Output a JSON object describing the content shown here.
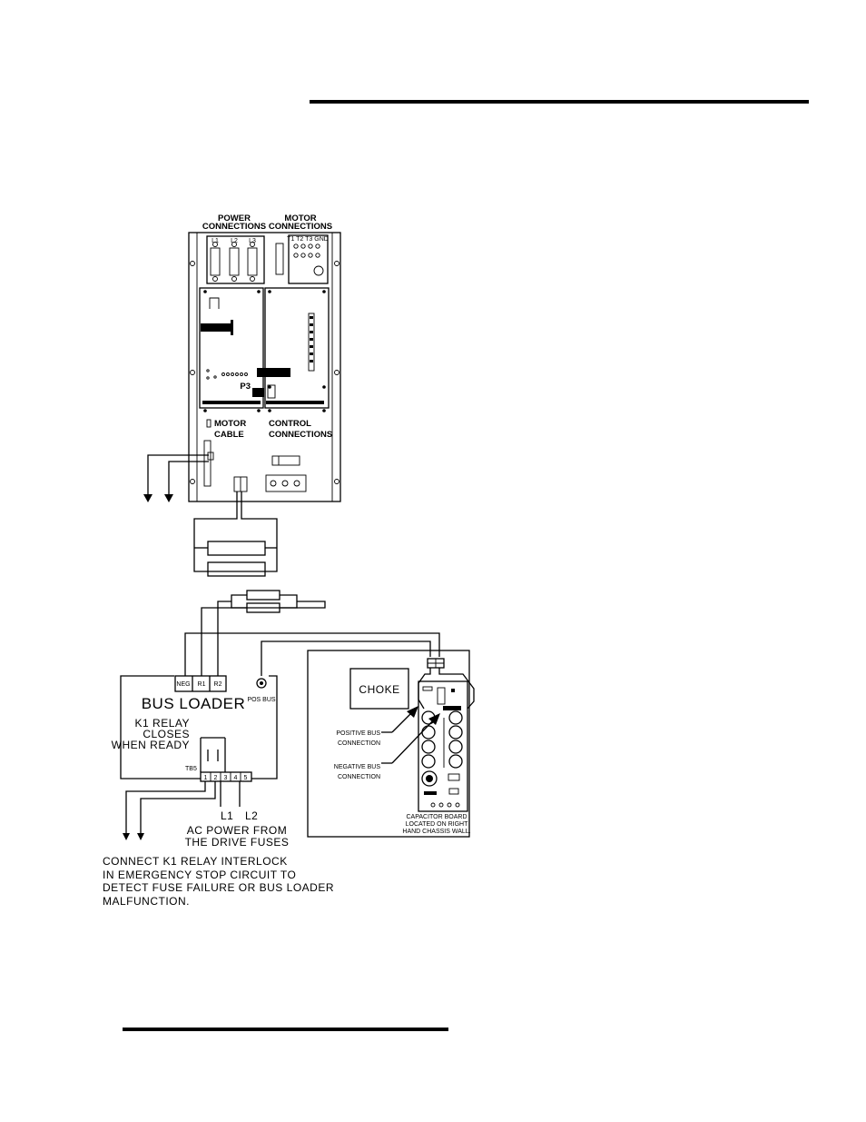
{
  "drive_top": {
    "power_connections": [
      "POWER",
      "CONNECTIONS"
    ],
    "motor_connections": [
      "MOTOR",
      "CONNECTIONS"
    ],
    "terminals_power": [
      "L1",
      "L2",
      "L3"
    ],
    "terminals_motor": "T1 T2 T3 GND",
    "p3": "P3",
    "motor_cable": [
      "MOTOR",
      "CABLE"
    ],
    "control_connections": [
      "CONTROL",
      "CONNECTIONS"
    ]
  },
  "bus_loader": {
    "terminals": [
      "NEG",
      "R1",
      "R2"
    ],
    "pos_bus": "POS BUS",
    "title": "BUS LOADER",
    "k1_note": [
      "K1  RELAY",
      "CLOSES",
      "WHEN READY"
    ],
    "tb5": "TB5",
    "tb5_pins": [
      "1",
      "2",
      "3",
      "4",
      "5"
    ],
    "l1": "L1",
    "l2": "L2",
    "ac_power": [
      "AC POWER FROM",
      "THE DRIVE FUSES"
    ]
  },
  "chassis": {
    "choke": "CHOKE",
    "positive_bus": [
      "POSITIVE BUS",
      "CONNECTION"
    ],
    "negative_bus": [
      "NEGATIVE BUS",
      "CONNECTION"
    ],
    "capacitor_note": [
      "CAPACITOR  BOARD",
      "LOCATED ON RIGHT",
      "HAND CHASSIS WALL."
    ]
  },
  "instruction": [
    "CONNECT  K1  RELAY  INTERLOCK",
    "IN  EMERGENCY  STOP  CIRCUIT  TO",
    "DETECT  FUSE  FAILURE  OR  BUS  LOADER",
    "MALFUNCTION."
  ]
}
